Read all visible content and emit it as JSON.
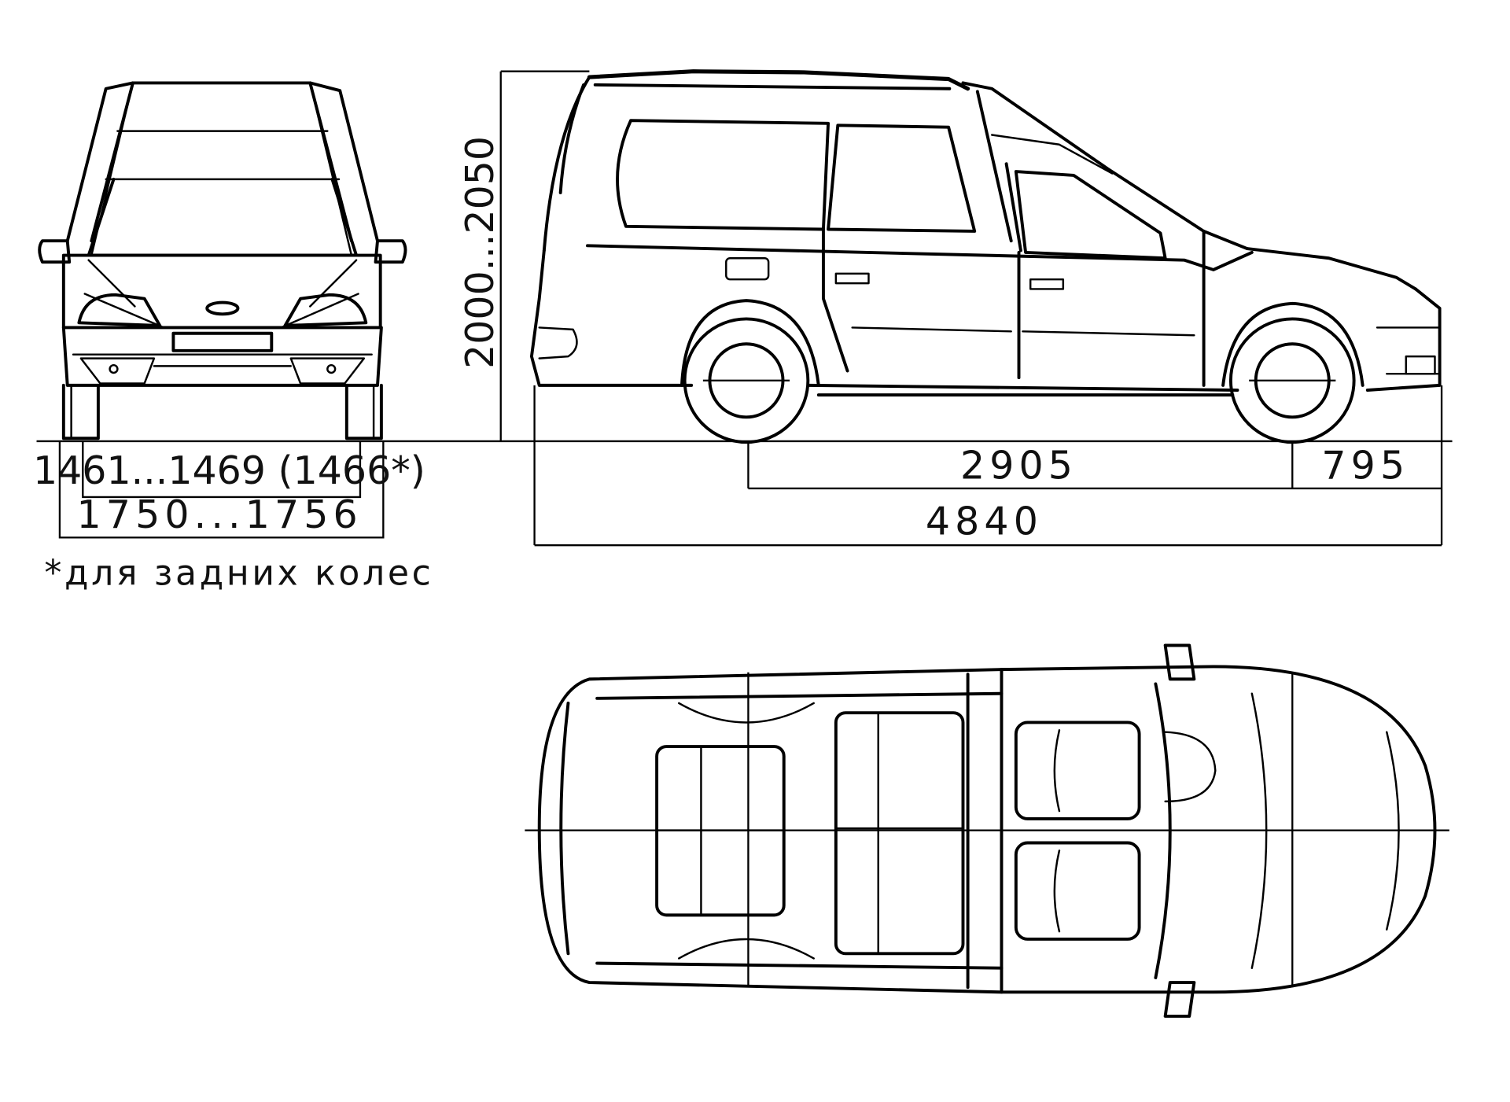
{
  "dimensions": {
    "height": "2000...2050",
    "track": "1461...1469 (1466*)",
    "width": "1750...1756",
    "wheelbase": "2905",
    "front_overhang": "795",
    "length": "4840"
  },
  "footnote": "*для задних колес"
}
